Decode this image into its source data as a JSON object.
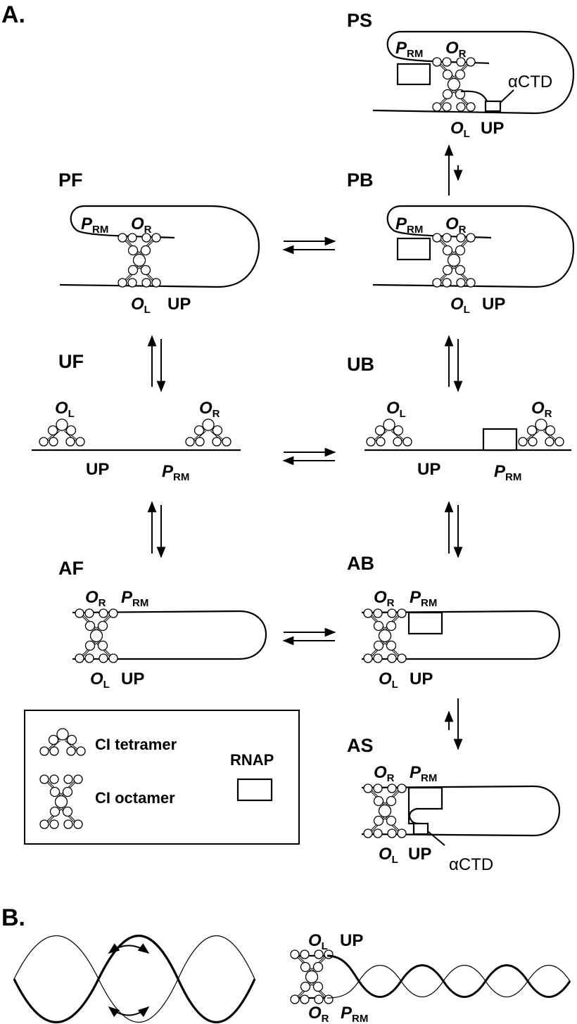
{
  "panels": {
    "a": "A.",
    "b": "B."
  },
  "states": {
    "PS": "PS",
    "PF": "PF",
    "PB": "PB",
    "UF": "UF",
    "UB": "UB",
    "AF": "AF",
    "AB": "AB",
    "AS": "AS"
  },
  "sites": {
    "P": "P",
    "RM": "RM",
    "O": "O",
    "R": "R",
    "L": "L",
    "UP": "UP"
  },
  "actd": "αCTD",
  "legend": {
    "tetramer": "CI tetramer",
    "octamer": "CI octamer",
    "rnap": "RNAP"
  }
}
